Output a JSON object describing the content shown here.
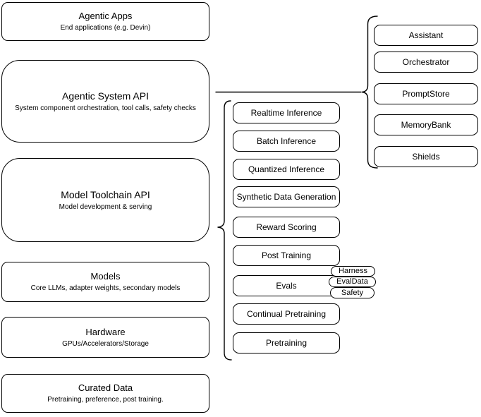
{
  "diagram": {
    "left_stack": [
      {
        "title": "Agentic Apps",
        "subtitle": "End applications (e.g. Devin)"
      },
      {
        "title": "Agentic System API",
        "subtitle": "System component orchestration, tool calls, safety checks"
      },
      {
        "title": "Model Toolchain API",
        "subtitle": "Model development & serving"
      },
      {
        "title": "Models",
        "subtitle": "Core LLMs, adapter weights, secondary models"
      },
      {
        "title": "Hardware",
        "subtitle": "GPUs/Accelerators/Storage"
      },
      {
        "title": "Curated Data",
        "subtitle": "Pretraining, preference, post training."
      }
    ],
    "toolchain_group": [
      {
        "label": "Realtime Inference"
      },
      {
        "label": "Batch Inference"
      },
      {
        "label": "Quantized Inference"
      },
      {
        "label": "Synthetic Data Generation"
      },
      {
        "label": "Reward Scoring"
      },
      {
        "label": "Post Training"
      },
      {
        "label": "Evals"
      },
      {
        "label": "Continual Pretraining"
      },
      {
        "label": "Pretraining"
      }
    ],
    "evals_tags": [
      {
        "label": "Harness"
      },
      {
        "label": "EvalData"
      },
      {
        "label": "Safety"
      }
    ],
    "system_components": [
      {
        "label": "Assistant"
      },
      {
        "label": "Orchestrator"
      },
      {
        "label": "PromptStore"
      },
      {
        "label": "MemoryBank"
      },
      {
        "label": "Shields"
      }
    ],
    "colors": {
      "stroke": "#000000",
      "background": "#ffffff",
      "text": "#000000"
    }
  }
}
